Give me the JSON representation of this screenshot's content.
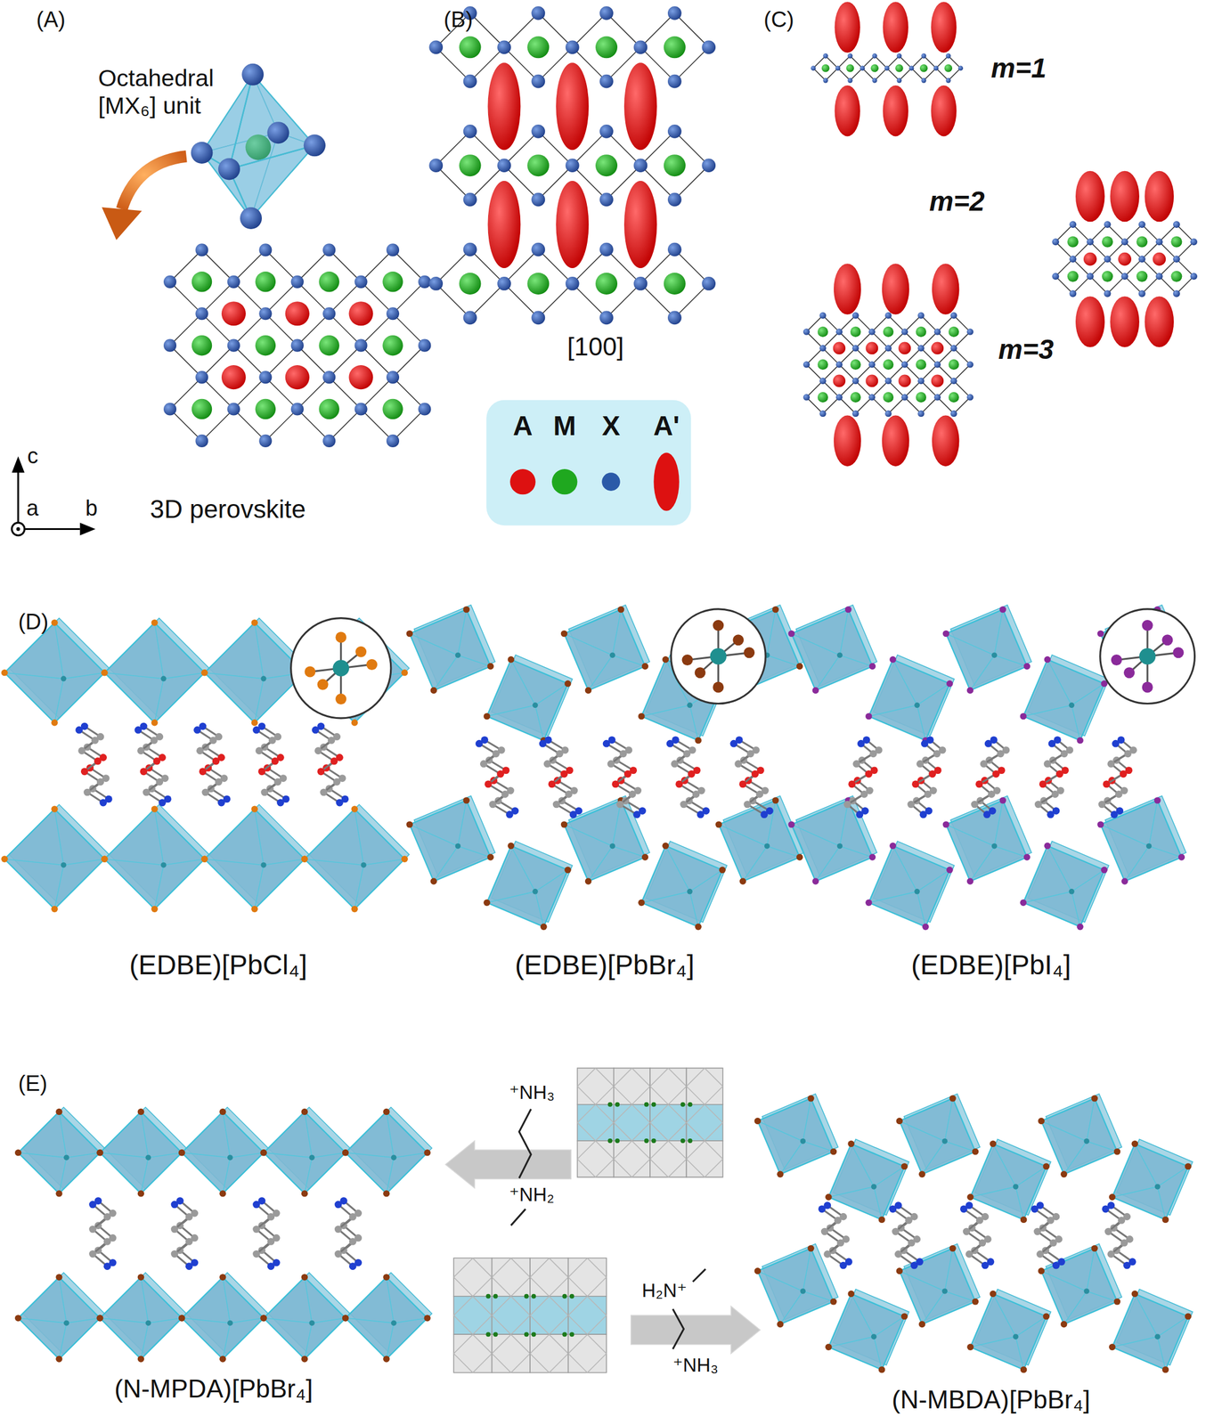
{
  "diagram": {
    "labels": [
      "(A)",
      "Octahedral [MX₆] unit",
      "3D perovskite",
      "c",
      "a",
      "b",
      "(B)",
      "[100]",
      "(C)",
      "m=1",
      "m=2",
      "m=3",
      "(D)",
      "(EDBE)[PbCl₄]",
      "(EDBE)[PbBr₄]",
      "(EDBE)[PbI₄]",
      "(E)",
      "⁺NH₃",
      "⁺NH₂",
      "H₂N⁺",
      "⁺NH₃",
      "(N-MPDA)[PbBr₄]",
      "(N-MBDA)[PbBr₄]"
    ],
    "legend": [
      {
        "text": "A",
        "color": "#dd1111"
      },
      {
        "text": "M",
        "color": "#1fa81f"
      },
      {
        "text": "X",
        "color": "#2b5aa8"
      },
      {
        "text": "A'",
        "color": "#dd1111"
      }
    ]
  }
}
